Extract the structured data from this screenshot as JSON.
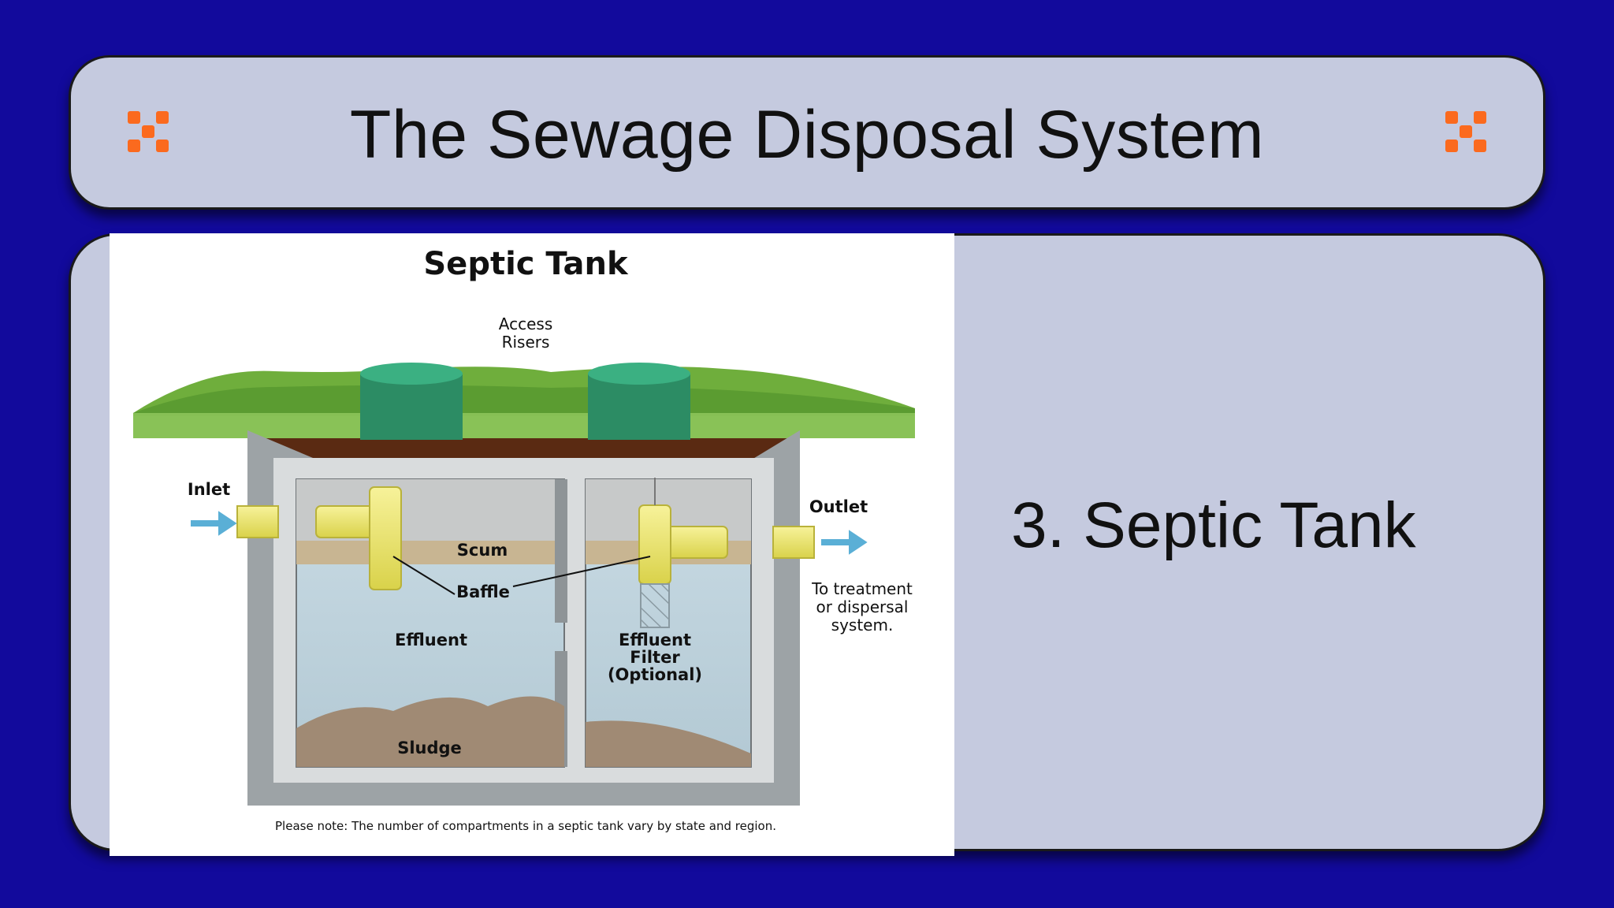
{
  "slide": {
    "title": "The Sewage Disposal System",
    "point": "3. Septic Tank",
    "accent_color": "#fb6a1e",
    "background_color": "#120a9c",
    "card_color": "#c5cadf"
  },
  "diagram": {
    "title": "Septic Tank",
    "labels": {
      "access_risers_1": "Access",
      "access_risers_2": "Risers",
      "inlet": "Inlet",
      "outlet": "Outlet",
      "scum": "Scum",
      "baffle": "Baffle",
      "effluent": "Effluent",
      "effluent_filter_1": "Effluent",
      "effluent_filter_2": "Filter",
      "effluent_filter_3": "(Optional)",
      "sludge": "Sludge",
      "outlet_note_1": "To treatment",
      "outlet_note_2": "or dispersal",
      "outlet_note_3": "system."
    },
    "note": "Please note: The number of compartments in a septic tank vary by state and region."
  }
}
